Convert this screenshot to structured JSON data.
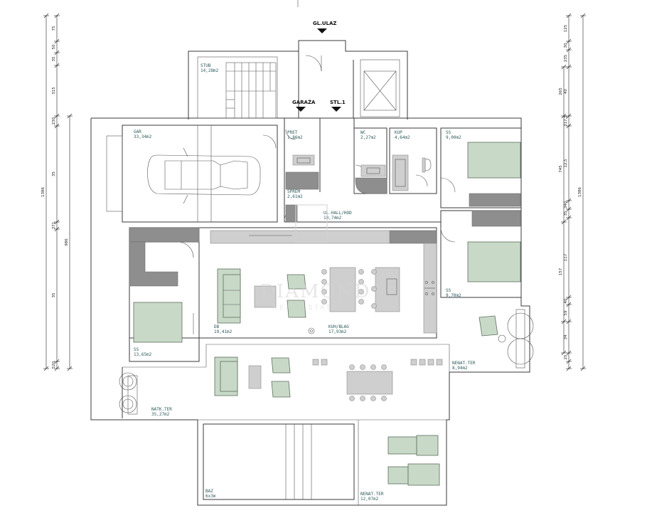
{
  "markers": {
    "main_entrance": "GL.ULAZ",
    "garage": "GARAŽA",
    "apartment": "STL.1"
  },
  "rooms": [
    {
      "id": "stairs",
      "name": "STUB",
      "area": "14,28m2"
    },
    {
      "id": "garage",
      "name": "GAR",
      "area": "33,34m2"
    },
    {
      "id": "entry",
      "name": "PRET",
      "area": "1,86m2"
    },
    {
      "id": "wc",
      "name": "WC",
      "area": "2,27m2"
    },
    {
      "id": "bath",
      "name": "KUP",
      "area": "4,64m2"
    },
    {
      "id": "bed1",
      "name": "SS",
      "area": "9,00m2"
    },
    {
      "id": "storage",
      "name": "SPREM",
      "area": "2,61m2"
    },
    {
      "id": "hall",
      "name": "UL.HALL/HOD",
      "area": "10,74m2"
    },
    {
      "id": "bed2",
      "name": "SS",
      "area": "9,70m2"
    },
    {
      "id": "living",
      "name": "DB",
      "area": "19,41m2"
    },
    {
      "id": "kitchen",
      "name": "KUH/BLAG",
      "area": "17,93m2"
    },
    {
      "id": "bed3",
      "name": "SS",
      "area": "13,65m2"
    },
    {
      "id": "covered_terrace",
      "name": "NENAT.TER",
      "area": "8,94m2"
    },
    {
      "id": "main_terrace",
      "name": "NATK.TER",
      "area": "35,27m2"
    },
    {
      "id": "pool",
      "name": "BAZ",
      "area": "6x3m"
    },
    {
      "id": "pool_terrace",
      "name": "NENAT.TER",
      "area": "12,07m2"
    }
  ],
  "dimensions": {
    "left_inner": [
      "75",
      "50",
      "35",
      "315",
      "230",
      "35",
      "371",
      "35",
      "520",
      "35"
    ],
    "left_group": [
      "986"
    ],
    "left_total": "1386",
    "right_inner": [
      "125",
      "30",
      "235",
      "40",
      "317,5",
      "12,5",
      "340",
      "35",
      "117",
      "40",
      "59",
      "34",
      "25"
    ],
    "right_group": [
      "265",
      "745",
      "157"
    ],
    "right_total": "1386"
  },
  "watermark": {
    "title": "DIAMOND",
    "subtitle": "REAL ESTATE"
  }
}
